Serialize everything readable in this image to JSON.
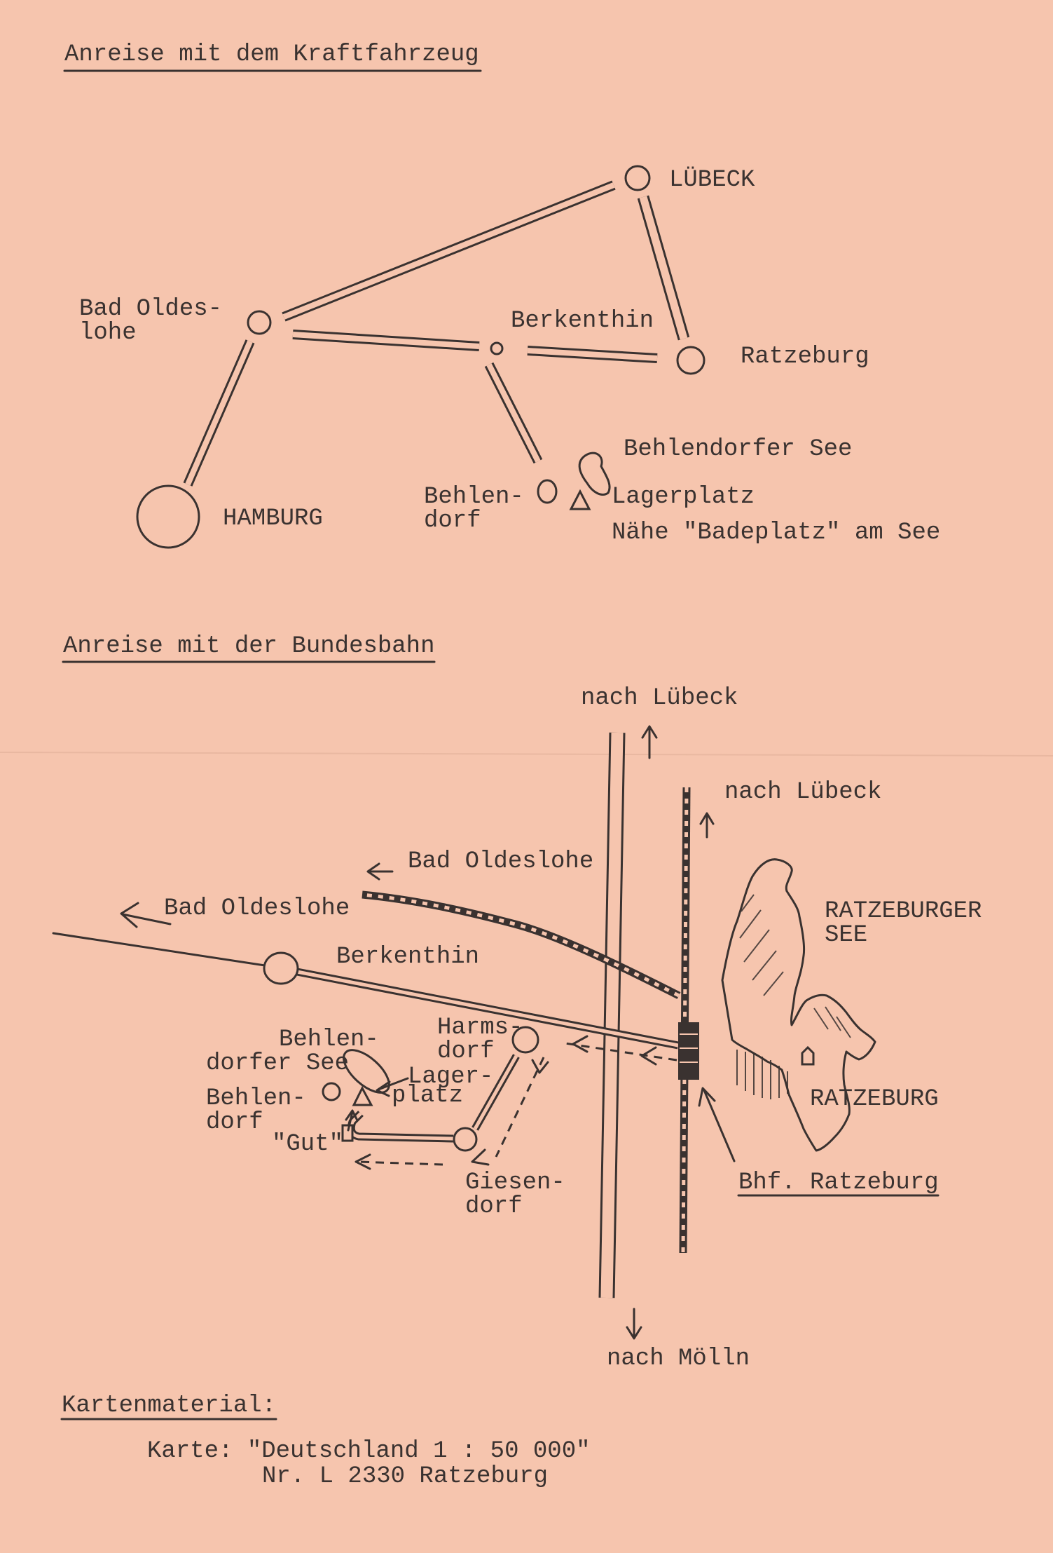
{
  "colors": {
    "paper": "#f6c5ae",
    "ink": "#3a3230"
  },
  "car_route": {
    "heading": "Anreise mit dem Kraftfahrzeug",
    "luebeck": "LÜBECK",
    "bad_oldesloe": [
      "Bad Oldes-",
      "lohe"
    ],
    "berkenthin": "Berkenthin",
    "ratzeburg": "Ratzeburg",
    "hamburg": "HAMBURG",
    "behlendorf": [
      "Behlen-",
      "dorf"
    ],
    "behlendorfer_see": "Behlendorfer See",
    "lagerplatz": "Lagerplatz",
    "lagerplatz_note": "Nähe \"Badeplatz\" am See"
  },
  "rail_route": {
    "heading": "Anreise mit der Bundesbahn",
    "nach_luebeck_road": "nach Lübeck",
    "nach_luebeck_rail": "nach Lübeck",
    "bad_oldesloe_rail": "Bad Oldeslohe",
    "bad_oldesloe_road": "Bad Oldeslohe",
    "ratzeburger_see": [
      "RATZEBURGER",
      "SEE"
    ],
    "berkenthin": "Berkenthin",
    "harmsdorf": [
      "Harms-",
      "dorf"
    ],
    "behlendorfer_see": [
      "Behlen-",
      "dorfer See"
    ],
    "lagerplatz": [
      "Lager-",
      "platz"
    ],
    "behlendorf": [
      "Behlen-",
      "dorf"
    ],
    "gut": "\"Gut\"",
    "ratzeburg": "RATZEBURG",
    "bahnhof": "Bhf. Ratzeburg",
    "giesendorf": [
      "Giesen-",
      "dorf"
    ],
    "nach_moelln": "nach Mölln"
  },
  "map_material": {
    "heading": "Kartenmaterial:",
    "sheet": "Karte: \"Deutschland 1 : 50 000\"",
    "number": "Nr. L 2330 Ratzeburg"
  }
}
